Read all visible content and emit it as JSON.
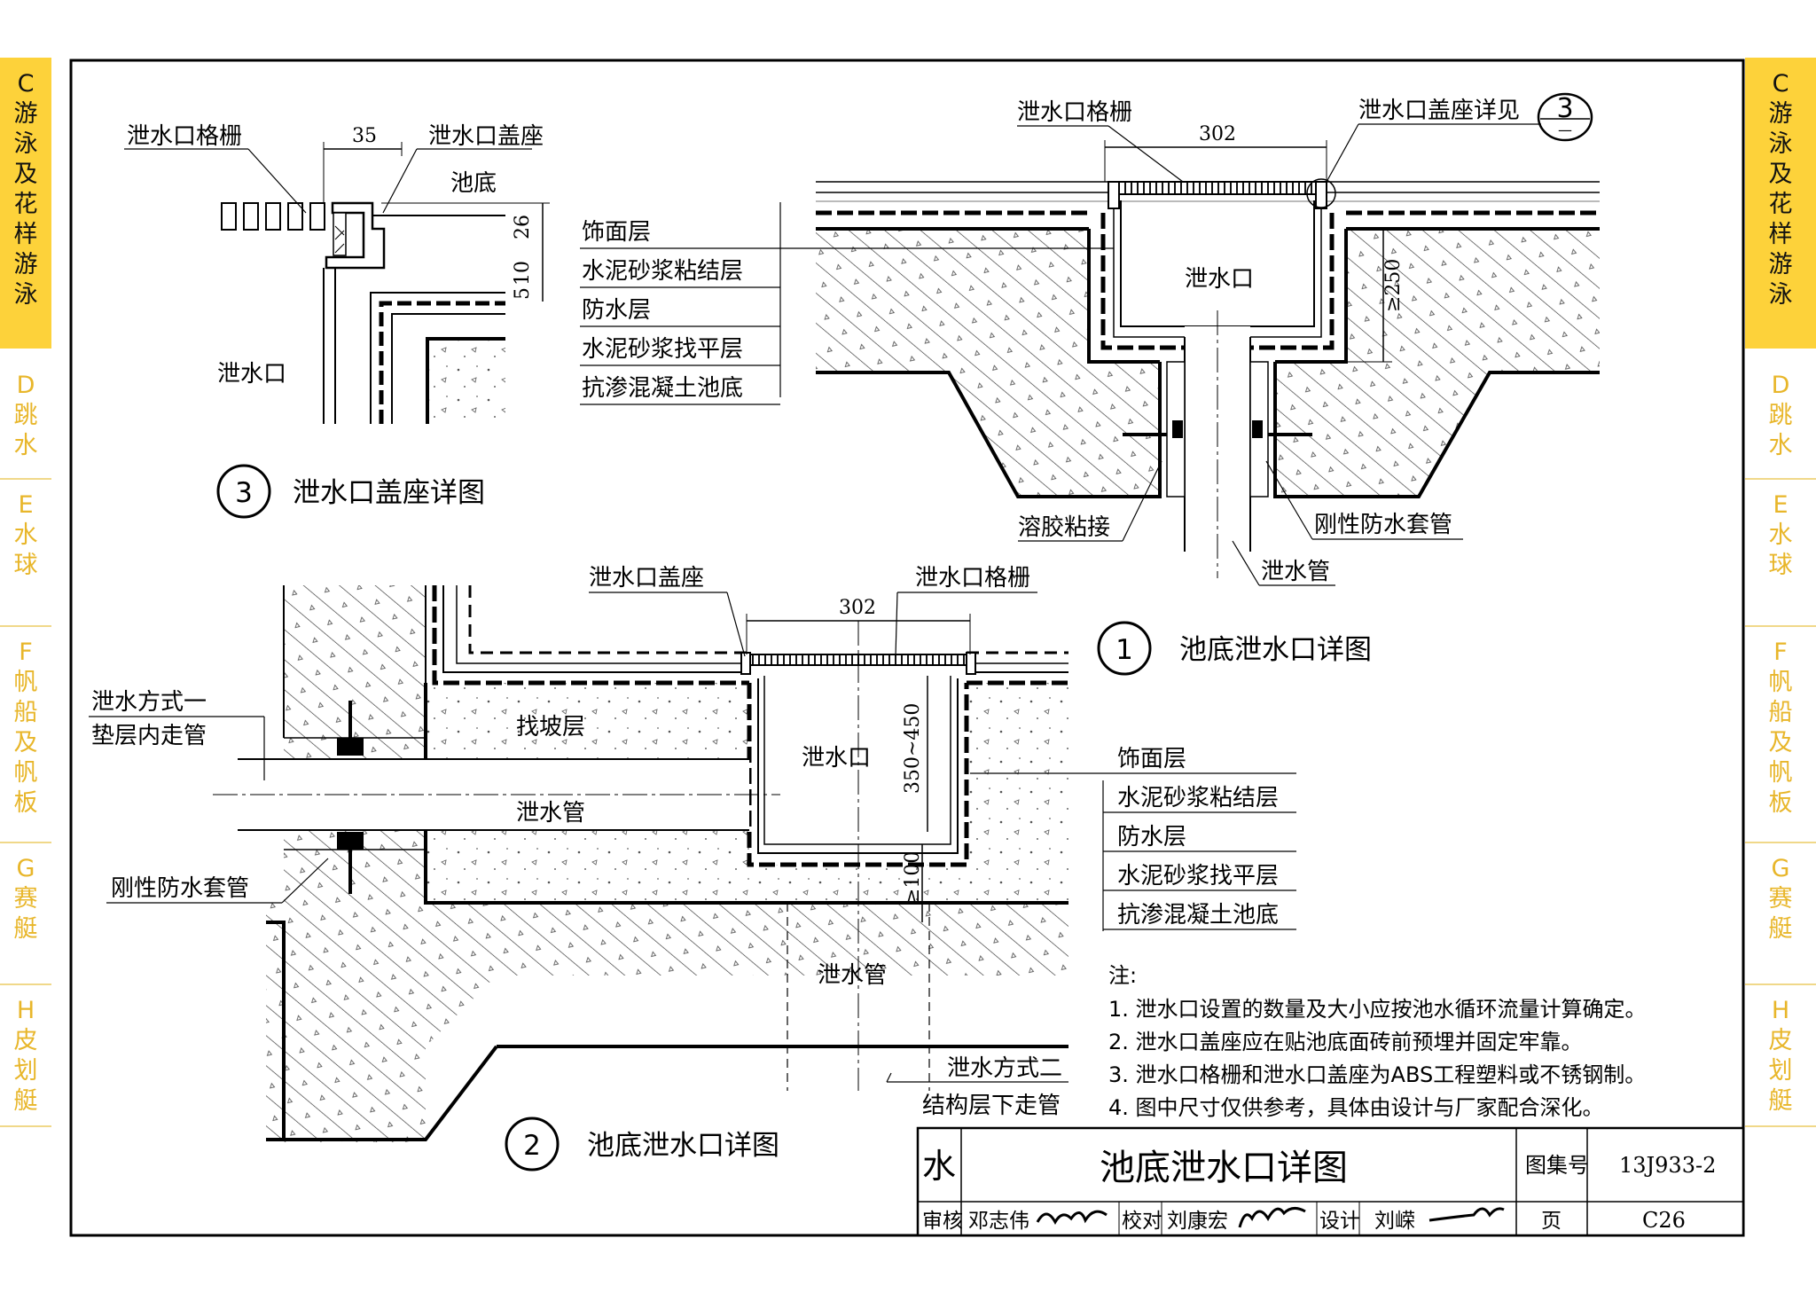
{
  "side_tabs": [
    {
      "letter": "C",
      "label": "游泳及花样游泳",
      "active": true
    },
    {
      "letter": "D",
      "label": "跳水",
      "active": false
    },
    {
      "letter": "E",
      "label": "水球",
      "active": false
    },
    {
      "letter": "F",
      "label": "帆船及帆板",
      "active": false
    },
    {
      "letter": "G",
      "label": "赛艇",
      "active": false
    },
    {
      "letter": "H",
      "label": "皮划艇",
      "active": false
    }
  ],
  "detail3": {
    "title_num": "3",
    "title": "泄水口盖座详图",
    "grille_label": "泄水口格栅",
    "seat_label": "泄水口盖座",
    "pool_bottom": "池底",
    "drain_label": "泄水口",
    "dim_width": "35",
    "dim_26": "26",
    "dim_10": "10",
    "dim_5": "5"
  },
  "detail1": {
    "title_num": "1",
    "title": "池底泄水口详图",
    "grille_label": "泄水口格栅",
    "seat_ref": "泄水口盖座详见",
    "ref_num": "3",
    "ref_sheet": "—",
    "dim_302": "302",
    "dim_250": "≥250",
    "drain_label": "泄水口",
    "layers": [
      "饰面层",
      "水泥砂浆粘结层",
      "防水层",
      "水泥砂浆找平层",
      "抗渗混凝土池底"
    ],
    "glue": "溶胶粘接",
    "sleeve": "刚性防水套管",
    "pipe": "泄水管"
  },
  "detail2": {
    "title_num": "2",
    "title": "池底泄水口详图",
    "seat_label": "泄水口盖座",
    "grille_label": "泄水口格栅",
    "dim_302": "302",
    "dim_350_450": "350~450",
    "dim_100": "≥100",
    "method1_a": "泄水方式一",
    "method1_b": "垫层内走管",
    "slope": "找坡层",
    "drain_label": "泄水口",
    "pipe": "泄水管",
    "pipe2": "泄水管",
    "sleeve": "刚性防水套管",
    "method2_a": "泄水方式二",
    "method2_b": "结构层下走管",
    "layers": [
      "饰面层",
      "水泥砂浆粘结层",
      "防水层",
      "水泥砂浆找平层",
      "抗渗混凝土池底"
    ]
  },
  "notes": {
    "heading": "注:",
    "items": [
      "1.  泄水口设置的数量及大小应按池水循环流量计算确定。",
      "2.  泄水口盖座应在贴池底面砖前预埋并固定牢靠。",
      "3.  泄水口格栅和泄水口盖座为ABS工程塑料或不锈钢制。",
      "4.  图中尺寸仅供参考，具体由设计与厂家配合深化。"
    ]
  },
  "title_block": {
    "category": "水",
    "title": "池底泄水口详图",
    "atlas_label": "图集号",
    "atlas_no": "13J933-2",
    "review_label": "审核",
    "reviewer": "邓志伟",
    "check_label": "校对",
    "checker": "刘康宏",
    "design_label": "设计",
    "designer": "刘嵘",
    "page_label": "页",
    "page_no": "C26"
  }
}
